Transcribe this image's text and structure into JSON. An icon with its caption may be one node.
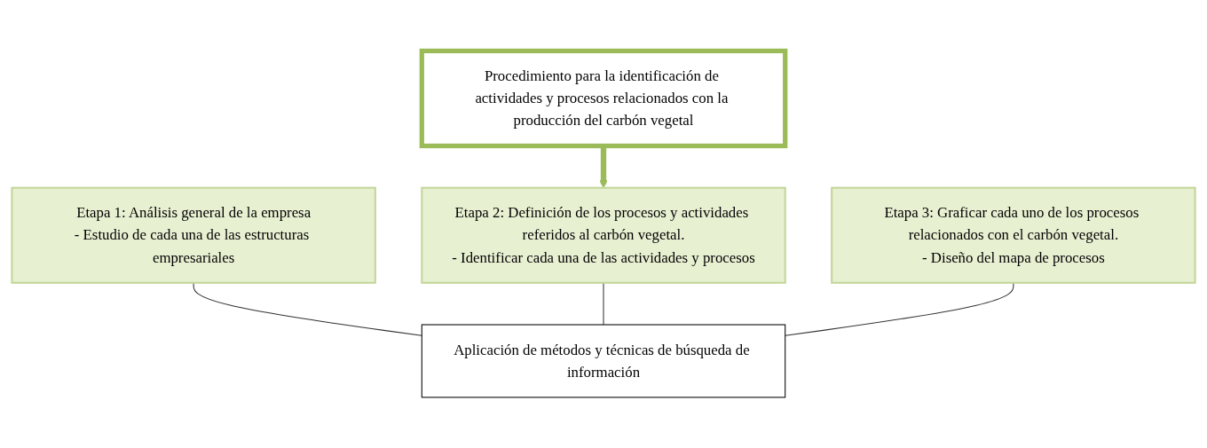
{
  "diagram": {
    "nodes": [
      {
        "text": [
          "Procedimiento para la identificación de actividades y procesos relacionados con la producción del carbón vegetal"
        ]
      },
      {
        "text": [
          "Etapa 1: Análisis general de la empresa",
          "- Estudio de cada una de las estructuras empresariales"
        ]
      },
      {
        "text": [
          "Etapa 2: Definición de los procesos y actividades referidos al carbón vegetal.",
          "- Identificar cada una de las actividades y procesos"
        ]
      },
      {
        "text": [
          "Etapa 3: Graficar cada uno de los procesos relacionados con el carbón vegetal.",
          "- Diseño del mapa de procesos"
        ]
      },
      {
        "text": [
          "Aplicación de métodos y técnicas de búsqueda de información"
        ]
      }
    ],
    "edges": [
      {
        "from": 0,
        "to": 2,
        "arrow": "to",
        "style": "thick",
        "color": "#9bbb59"
      },
      {
        "from": 1,
        "to": 4,
        "arrow": "none"
      },
      {
        "from": 2,
        "to": 4,
        "arrow": "none"
      },
      {
        "from": 3,
        "to": 4,
        "arrow": "none"
      }
    ]
  }
}
